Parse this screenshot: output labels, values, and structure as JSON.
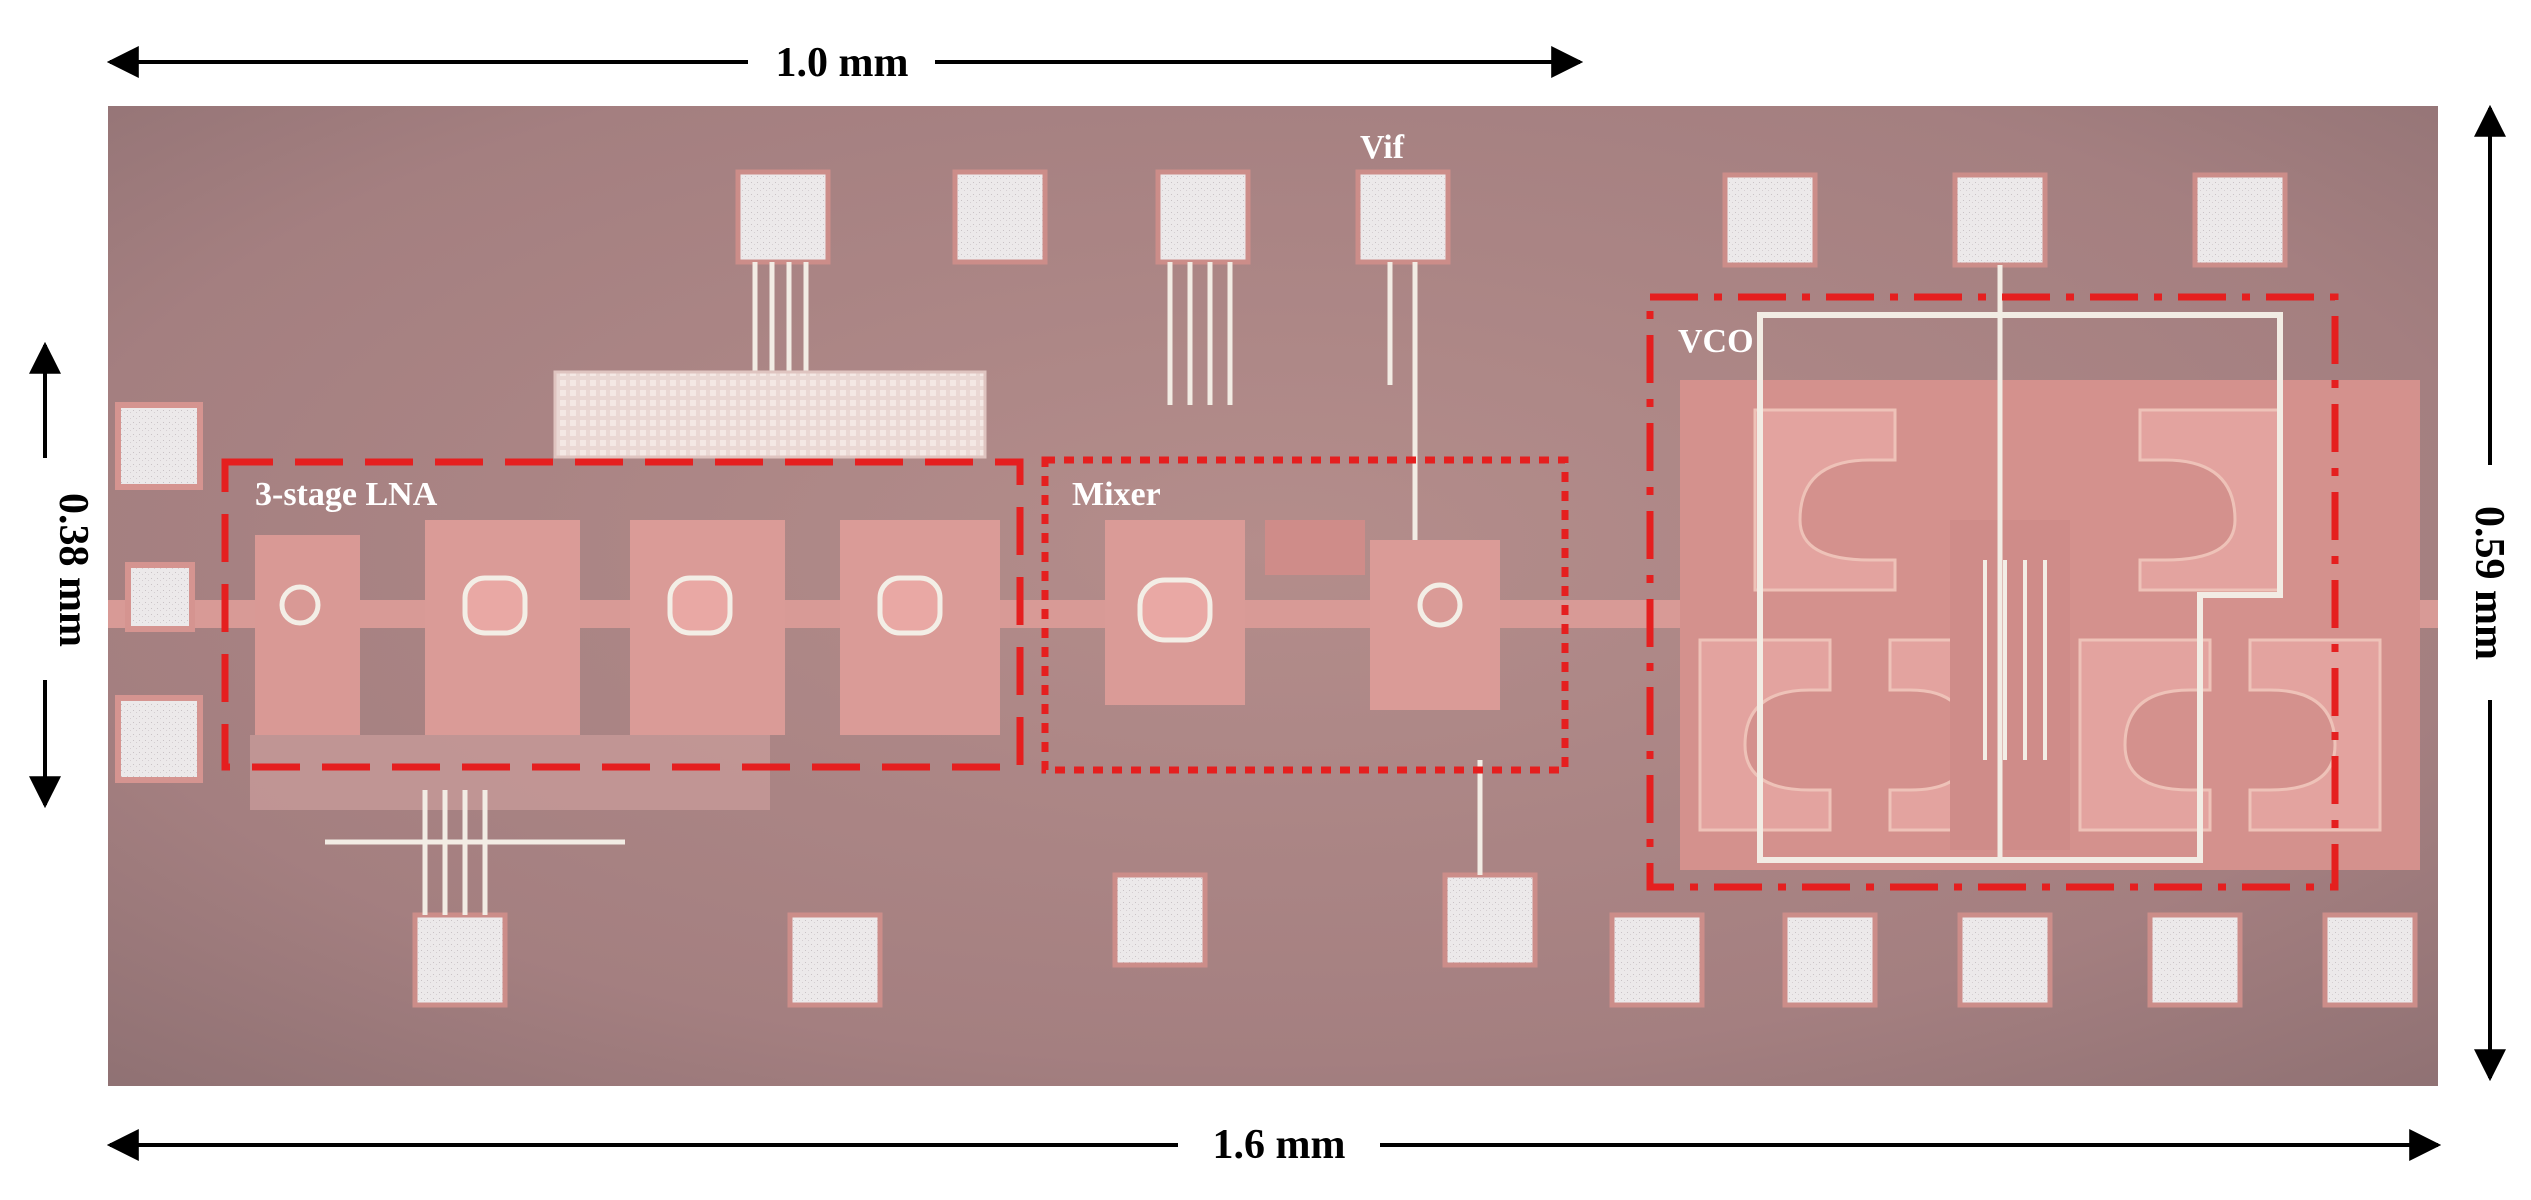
{
  "dimensions": {
    "top_width": "1.0 mm",
    "bottom_width": "1.6 mm",
    "left_height": "0.38 mm",
    "right_height": "0.59 mm"
  },
  "blocks": {
    "lna": "3-stage LNA",
    "mixer": "Mixer",
    "vco": "VCO"
  },
  "pads": {
    "vif": "Vif"
  },
  "colors": {
    "die": "#a98282",
    "metal": "#e2a4a0",
    "pad": "#e9e6e6",
    "highlight": "#e51f1f",
    "trace": "#f3eee6"
  }
}
